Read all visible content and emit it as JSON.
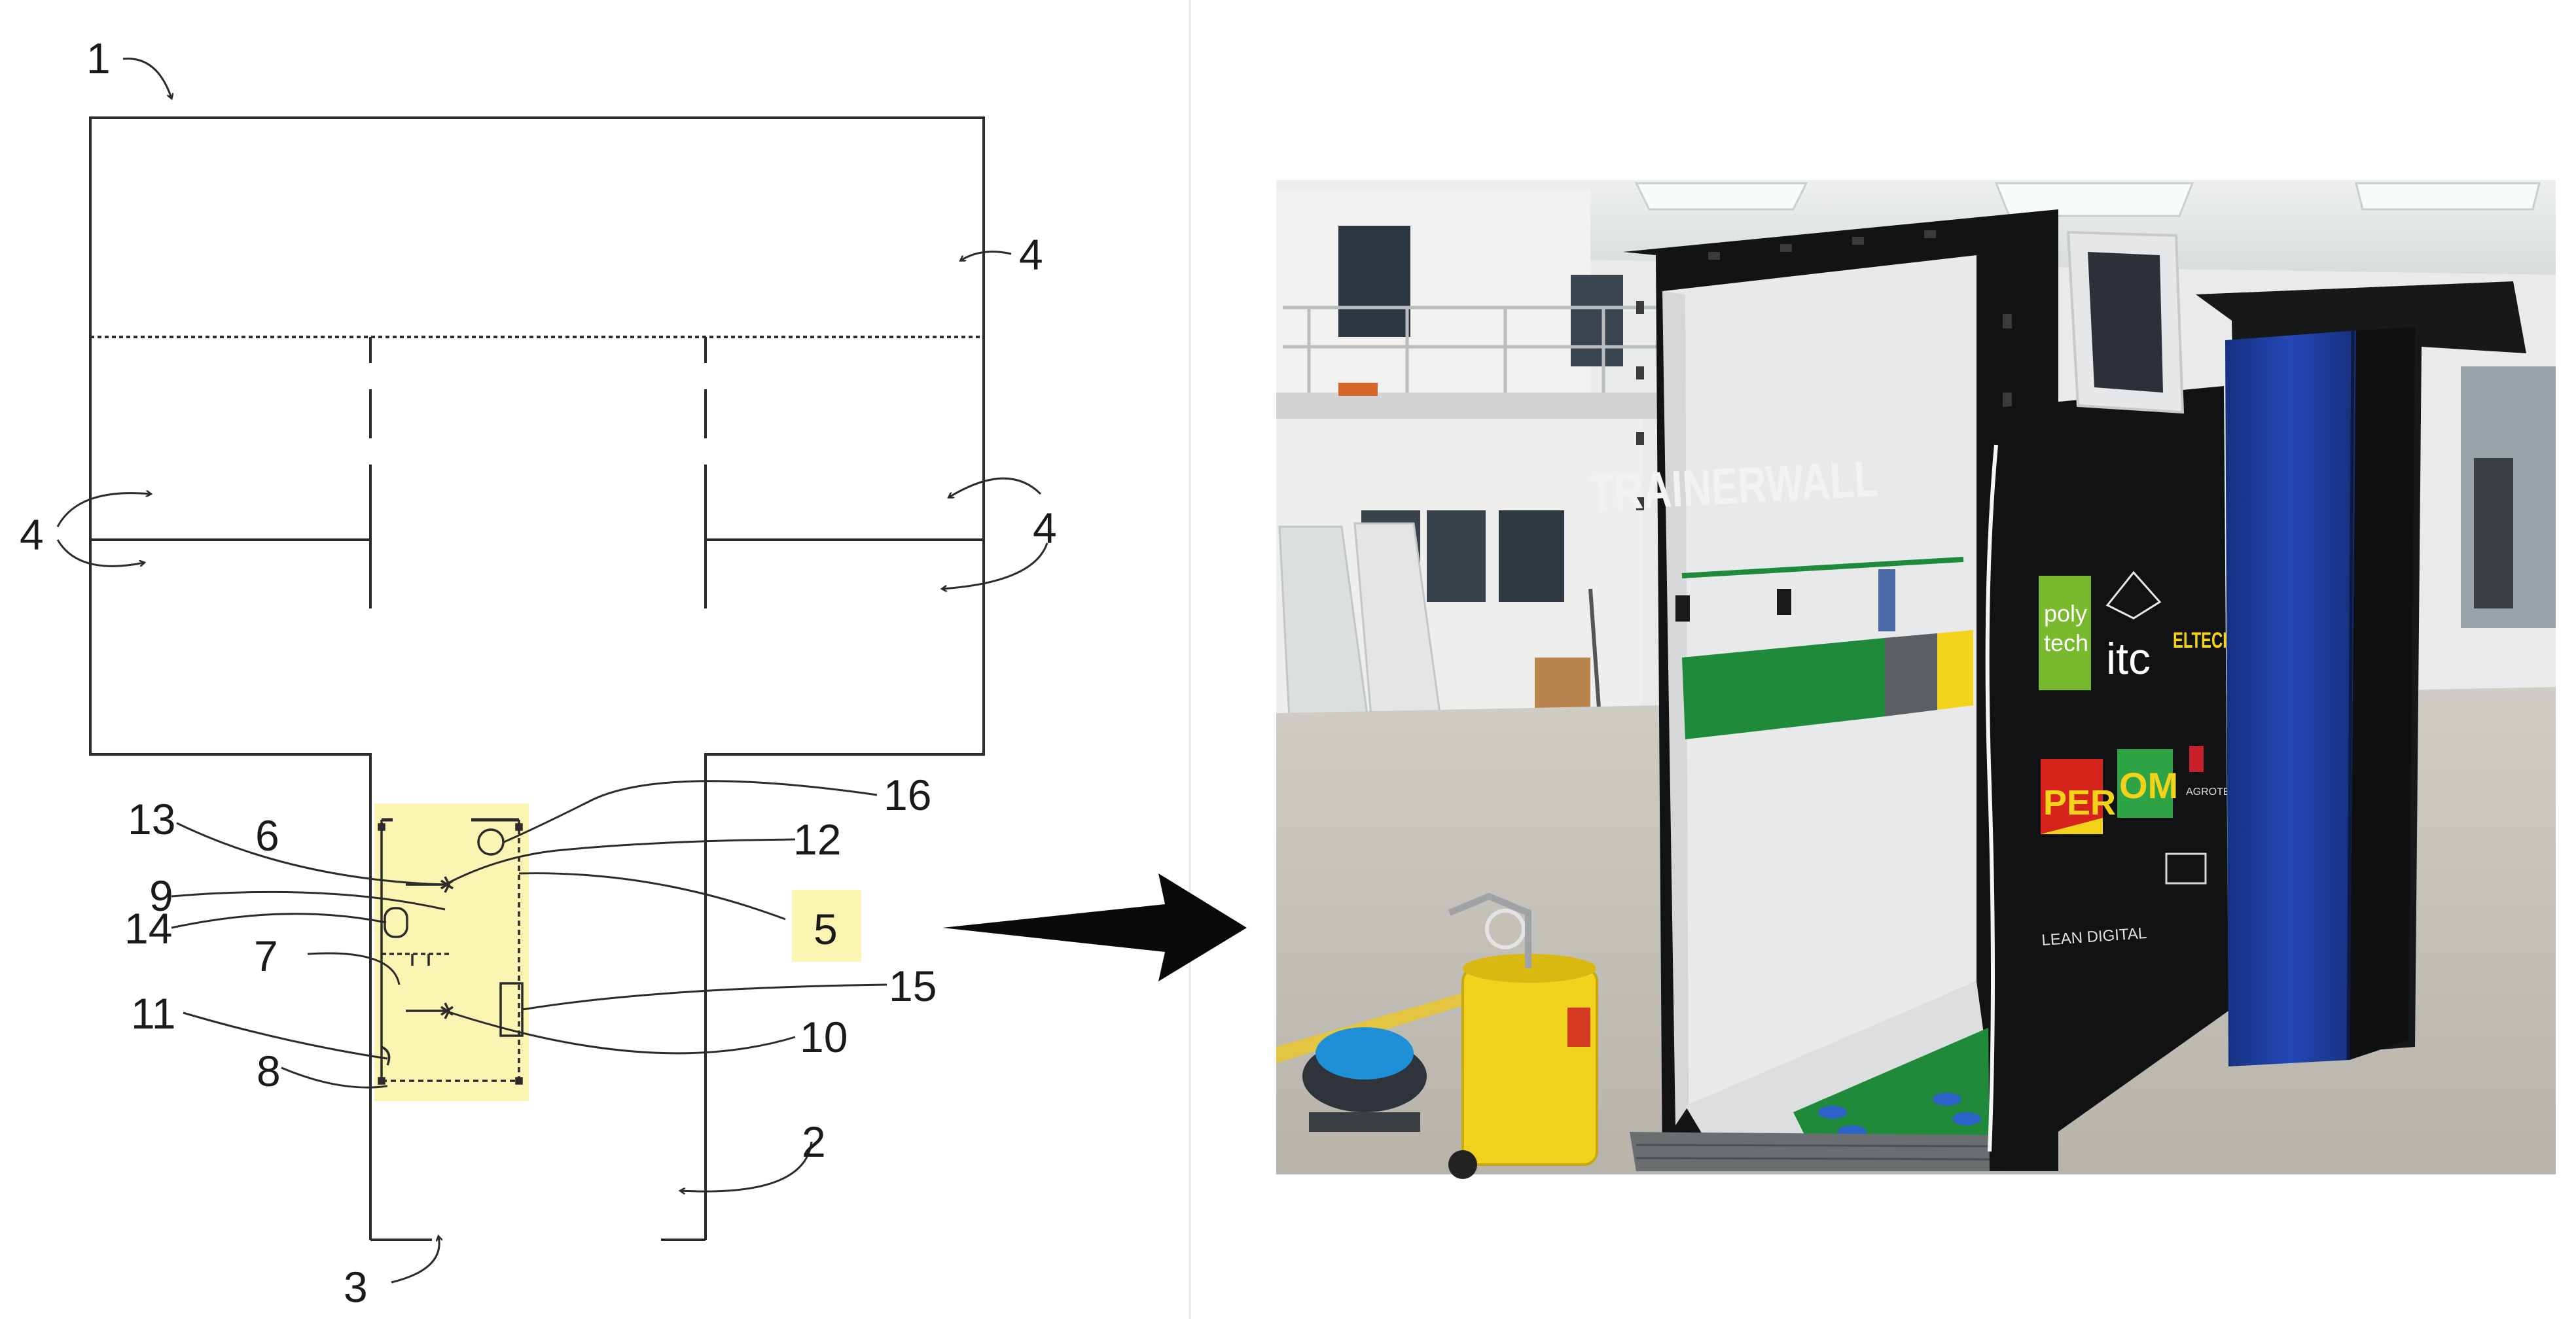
{
  "diagram": {
    "refs": {
      "r1": "1",
      "r2": "2",
      "r3": "3",
      "r4_top": "4",
      "r4_left": "4",
      "r4_right": "4",
      "r5": "5",
      "r6": "6",
      "r7": "7",
      "r8": "8",
      "r9": "9",
      "r10": "10",
      "r11": "11",
      "r12": "12",
      "r13": "13",
      "r14": "14",
      "r15": "15",
      "r16": "16"
    },
    "colors": {
      "line": "#2b2b2b",
      "highlight": "#fbf5b3"
    }
  },
  "photo": {
    "brand": "TRAINERWALL",
    "logos": {
      "poly1": "poly",
      "poly2": "tech",
      "itc": "itc",
      "eltech": "ELTECH",
      "peri": "PERI",
      "om": "OM",
      "agrotech": "AGROTECH",
      "lean": "LEAN DIGITAL"
    },
    "colors": {
      "panel": "#111213",
      "curtain": "#1b3c9e",
      "green": "#1e8a3a",
      "yellow": "#f2d21a"
    }
  },
  "arrow_icon": "right-arrow-icon"
}
